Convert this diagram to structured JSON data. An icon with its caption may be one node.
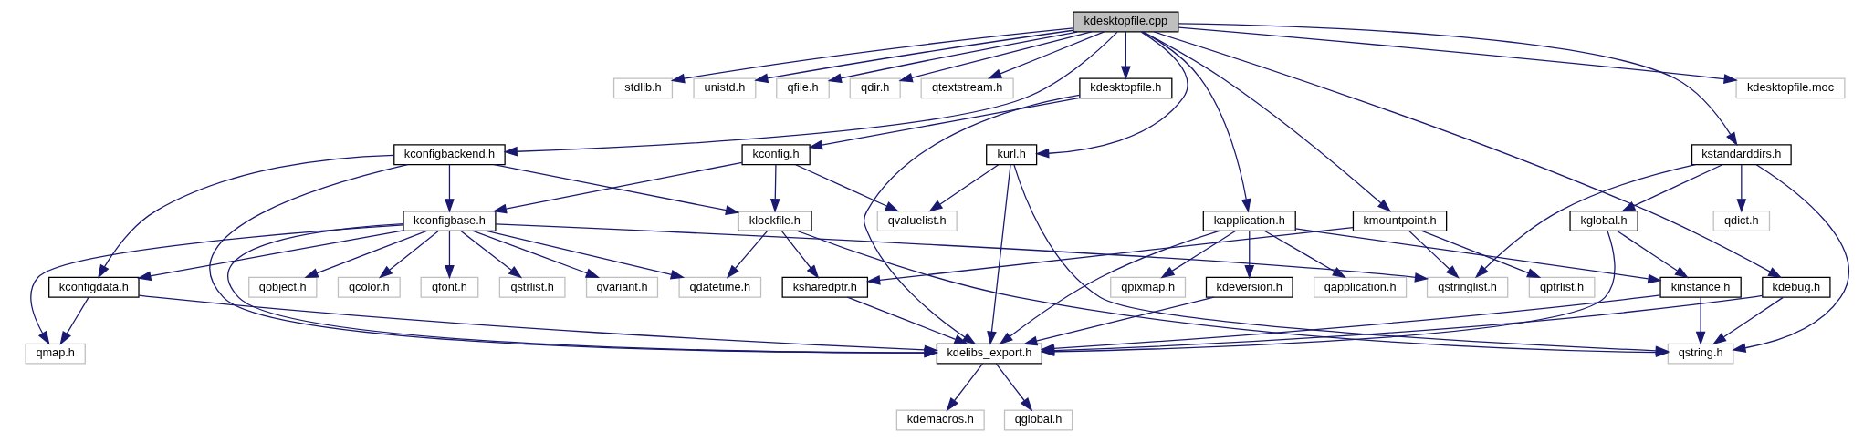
{
  "diagram": {
    "nodes": [
      {
        "text": [
          "kdesktopfile.cpp"
        ]
      },
      {
        "text": [
          "stdlib.h"
        ]
      },
      {
        "text": [
          "unistd.h"
        ]
      },
      {
        "text": [
          "qfile.h"
        ]
      },
      {
        "text": [
          "qdir.h"
        ]
      },
      {
        "text": [
          "qtextstream.h"
        ]
      },
      {
        "text": [
          "kdesktopfile.h"
        ]
      },
      {
        "text": [
          "kdesktopfile.moc"
        ]
      },
      {
        "text": [
          "kconfigbackend.h"
        ]
      },
      {
        "text": [
          "kconfig.h"
        ]
      },
      {
        "text": [
          "kurl.h"
        ]
      },
      {
        "text": [
          "kstandarddirs.h"
        ]
      },
      {
        "text": [
          "kconfigbase.h"
        ]
      },
      {
        "text": [
          "klockfile.h"
        ]
      },
      {
        "text": [
          "qvaluelist.h"
        ]
      },
      {
        "text": [
          "kapplication.h"
        ]
      },
      {
        "text": [
          "kmountpoint.h"
        ]
      },
      {
        "text": [
          "kglobal.h"
        ]
      },
      {
        "text": [
          "qdict.h"
        ]
      },
      {
        "text": [
          "kconfigdata.h"
        ]
      },
      {
        "text": [
          "qobject.h"
        ]
      },
      {
        "text": [
          "qcolor.h"
        ]
      },
      {
        "text": [
          "qfont.h"
        ]
      },
      {
        "text": [
          "qstrlist.h"
        ]
      },
      {
        "text": [
          "qvariant.h"
        ]
      },
      {
        "text": [
          "qdatetime.h"
        ]
      },
      {
        "text": [
          "ksharedptr.h"
        ]
      },
      {
        "text": [
          "kdeversion.h"
        ]
      },
      {
        "text": [
          "qapplication.h"
        ]
      },
      {
        "text": [
          "qpixmap.h"
        ]
      },
      {
        "text": [
          "qptrlist.h"
        ]
      },
      {
        "text": [
          "qstringlist.h"
        ]
      },
      {
        "text": [
          "kinstance.h"
        ]
      },
      {
        "text": [
          "kdebug.h"
        ]
      },
      {
        "text": [
          "qmap.h"
        ]
      },
      {
        "text": [
          "kdelibs_export.h"
        ]
      },
      {
        "text": [
          "qstring.h"
        ]
      },
      {
        "text": [
          "kdemacros.h"
        ]
      },
      {
        "text": [
          "qglobal.h"
        ]
      }
    ],
    "edges": [
      {
        "from": 0,
        "to": 1,
        "arrow": "to"
      },
      {
        "from": 0,
        "to": 2,
        "arrow": "to"
      },
      {
        "from": 0,
        "to": 3,
        "arrow": "to"
      },
      {
        "from": 0,
        "to": 4,
        "arrow": "to"
      },
      {
        "from": 0,
        "to": 5,
        "arrow": "to"
      },
      {
        "from": 0,
        "to": 6,
        "arrow": "to"
      },
      {
        "from": 0,
        "to": 7,
        "arrow": "to"
      },
      {
        "from": 0,
        "to": 8,
        "arrow": "to"
      },
      {
        "from": 0,
        "to": 10,
        "arrow": "to"
      },
      {
        "from": 0,
        "to": 15,
        "arrow": "to"
      },
      {
        "from": 0,
        "to": 16,
        "arrow": "to"
      },
      {
        "from": 0,
        "to": 11,
        "arrow": "to"
      },
      {
        "from": 0,
        "to": 33,
        "arrow": "to"
      },
      {
        "from": 6,
        "to": 9,
        "arrow": "to"
      },
      {
        "from": 6,
        "to": 35,
        "arrow": "to"
      },
      {
        "from": 8,
        "to": 19,
        "arrow": "to"
      },
      {
        "from": 8,
        "to": 12,
        "arrow": "to"
      },
      {
        "from": 8,
        "to": 13,
        "arrow": "to"
      },
      {
        "from": 8,
        "to": 35,
        "arrow": "to"
      },
      {
        "from": 9,
        "to": 12,
        "arrow": "to"
      },
      {
        "from": 9,
        "to": 13,
        "arrow": "to"
      },
      {
        "from": 9,
        "to": 14,
        "arrow": "to"
      },
      {
        "from": 10,
        "to": 14,
        "arrow": "to"
      },
      {
        "from": 10,
        "to": 35,
        "arrow": "to"
      },
      {
        "from": 10,
        "to": 36,
        "arrow": "to"
      },
      {
        "from": 11,
        "to": 31,
        "arrow": "to"
      },
      {
        "from": 11,
        "to": 17,
        "arrow": "to"
      },
      {
        "from": 11,
        "to": 18,
        "arrow": "to"
      },
      {
        "from": 11,
        "to": 36,
        "arrow": "to"
      },
      {
        "from": 12,
        "to": 34,
        "arrow": "to"
      },
      {
        "from": 12,
        "to": 19,
        "arrow": "to"
      },
      {
        "from": 12,
        "to": 20,
        "arrow": "to"
      },
      {
        "from": 12,
        "to": 21,
        "arrow": "to"
      },
      {
        "from": 12,
        "to": 22,
        "arrow": "to"
      },
      {
        "from": 12,
        "to": 23,
        "arrow": "to"
      },
      {
        "from": 12,
        "to": 24,
        "arrow": "to"
      },
      {
        "from": 12,
        "to": 25,
        "arrow": "to"
      },
      {
        "from": 12,
        "to": 31,
        "arrow": "to"
      },
      {
        "from": 12,
        "to": 35,
        "arrow": "to"
      },
      {
        "from": 13,
        "to": 25,
        "arrow": "to"
      },
      {
        "from": 13,
        "to": 26,
        "arrow": "to"
      },
      {
        "from": 13,
        "to": 36,
        "arrow": "to"
      },
      {
        "from": 15,
        "to": 27,
        "arrow": "to"
      },
      {
        "from": 15,
        "to": 35,
        "arrow": "to"
      },
      {
        "from": 15,
        "to": 28,
        "arrow": "to"
      },
      {
        "from": 15,
        "to": 29,
        "arrow": "to"
      },
      {
        "from": 15,
        "to": 32,
        "arrow": "to"
      },
      {
        "from": 16,
        "to": 26,
        "arrow": "to"
      },
      {
        "from": 16,
        "to": 30,
        "arrow": "to"
      },
      {
        "from": 16,
        "to": 31,
        "arrow": "to"
      },
      {
        "from": 17,
        "to": 32,
        "arrow": "to"
      },
      {
        "from": 17,
        "to": 35,
        "arrow": "to"
      },
      {
        "from": 19,
        "to": 34,
        "arrow": "to"
      },
      {
        "from": 19,
        "to": 35,
        "arrow": "to"
      },
      {
        "from": 26,
        "to": 35,
        "arrow": "to"
      },
      {
        "from": 27,
        "to": 35,
        "arrow": "to"
      },
      {
        "from": 32,
        "to": 35,
        "arrow": "to"
      },
      {
        "from": 32,
        "to": 36,
        "arrow": "to"
      },
      {
        "from": 33,
        "to": 35,
        "arrow": "to"
      },
      {
        "from": 33,
        "to": 36,
        "arrow": "to"
      },
      {
        "from": 35,
        "to": 37,
        "arrow": "to"
      },
      {
        "from": 35,
        "to": 38,
        "arrow": "to"
      }
    ]
  }
}
